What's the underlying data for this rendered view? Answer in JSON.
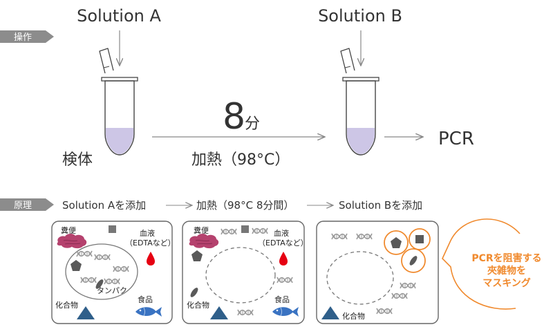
{
  "operation": {
    "tag": "操作",
    "solution_a": "Solution A",
    "solution_b": "Solution B",
    "sample_label": "検体",
    "minutes_num": "8",
    "minutes_unit": "分",
    "heat_label": "加熱（98°C）",
    "pcr_label": "PCR"
  },
  "principle": {
    "tag": "原理",
    "step1": "Solution Aを添加",
    "step2": "加熱（98°C 8分間）",
    "step3": "Solution Bを添加"
  },
  "panel_labels": {
    "feces": "糞便",
    "blood": "血液",
    "blood_sub": "（EDTAなど）",
    "protein": "タンパク",
    "compound": "化合物",
    "food": "食品"
  },
  "callout": {
    "line1": "PCRを阻害する",
    "line2": "夾雑物を",
    "line3": "マスキング"
  },
  "colors": {
    "tag_bg": "#8c8c8c",
    "tube_liquid": "#cdc6e6",
    "feces": "#b5426e",
    "blood": "#e60012",
    "compound": "#2f5f8a",
    "fish": "#3a73c2",
    "accent": "#f08a2e"
  },
  "icons": [
    "arrow-down-icon",
    "tube-icon",
    "dna-icon",
    "pentagon-icon",
    "square-icon",
    "blood-drop-icon",
    "fish-icon",
    "triangle-icon"
  ]
}
